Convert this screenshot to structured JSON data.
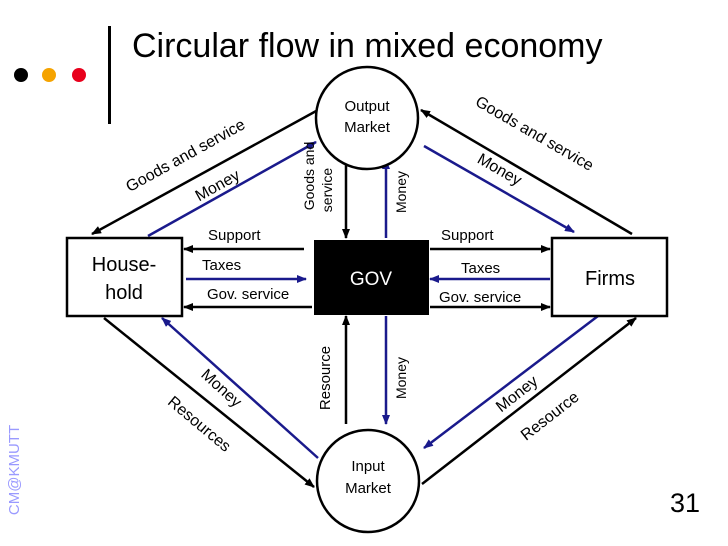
{
  "title": "Circular flow in mixed economy",
  "page_number": "31",
  "watermark": "CM@KMUTT",
  "colors": {
    "dot_black": "#000000",
    "dot_orange": "#f5a300",
    "dot_red": "#e8001c",
    "blue_arrow": "#1a1a8c",
    "black_arrow": "#000000",
    "watermark_color": "#9a9aff",
    "gov_fill": "#000000"
  },
  "nodes": {
    "household": [
      "House-",
      "hold"
    ],
    "firms": "Firms",
    "gov": "GOV",
    "output_market": [
      "Output",
      "Market"
    ],
    "input_market": [
      "Input",
      "Market"
    ]
  },
  "flows": {
    "goods_and_service_left": "Goods and service",
    "money_left_top": "Money",
    "goods_and_service_right": "Goods and service",
    "money_right_top": "Money",
    "goods_and_service_gov": [
      "Goods and",
      "service"
    ],
    "money_gov_output": "Money",
    "support_left": "Support",
    "taxes_left": "Taxes",
    "gov_service_left": "Gov. service",
    "support_right": "Support",
    "taxes_right": "Taxes",
    "gov_service_right": "Gov. service",
    "money_left_bottom": "Money",
    "resources_left": "Resources",
    "money_right_bottom": "Money",
    "resource_right": "Resource",
    "resource_gov": "Resource",
    "money_gov_input": "Money"
  }
}
